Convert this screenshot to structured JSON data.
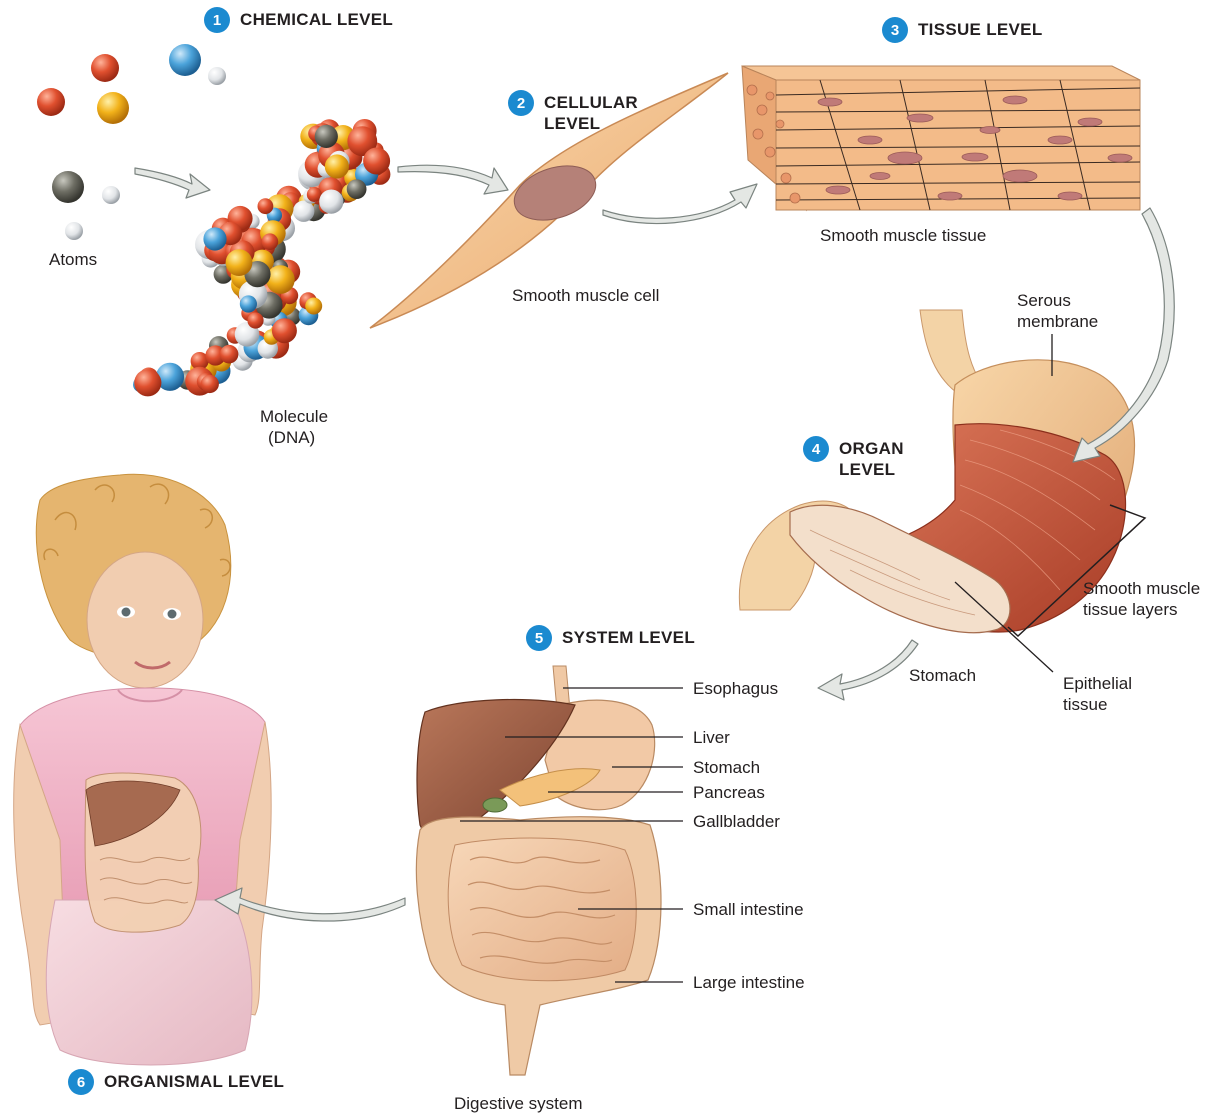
{
  "levels": [
    {
      "number": "1",
      "title_lines": [
        "CHEMICAL LEVEL"
      ]
    },
    {
      "number": "2",
      "title_lines": [
        "CELLULAR",
        "LEVEL"
      ]
    },
    {
      "number": "3",
      "title_lines": [
        "TISSUE LEVEL"
      ]
    },
    {
      "number": "4",
      "title_lines": [
        "ORGAN",
        "LEVEL"
      ]
    },
    {
      "number": "5",
      "title_lines": [
        "SYSTEM LEVEL"
      ]
    },
    {
      "number": "6",
      "title_lines": [
        "ORGANISMAL LEVEL"
      ]
    }
  ],
  "labels": {
    "atoms": "Atoms",
    "molecule_line1": "Molecule",
    "molecule_line2": "(DNA)",
    "smooth_muscle_cell": "Smooth muscle cell",
    "smooth_muscle_tissue": "Smooth muscle tissue",
    "serous_membrane_line1": "Serous",
    "serous_membrane_line2": "membrane",
    "smooth_muscle_layers_line1": "Smooth muscle",
    "smooth_muscle_layers_line2": "tissue layers",
    "stomach_organ": "Stomach",
    "epithelial_line1": "Epithelial",
    "epithelial_line2": "tissue",
    "digestive_system": "Digestive system"
  },
  "system_labels": [
    "Esophagus",
    "Liver",
    "Stomach",
    "Pancreas",
    "Gallbladder",
    "Small intestine",
    "Large intestine"
  ],
  "colors": {
    "badge": "#1b8ad0",
    "arrow_fill": "#e4e7e4",
    "arrow_stroke": "#7b8480",
    "atom_red": "#e0502f",
    "atom_blue": "#4ba3da",
    "atom_yellow": "#f2b21a",
    "atom_gray": "#6e6e64",
    "atom_white": "#e6e8ea",
    "cell": "#f3c391",
    "nucleus": "#b78378",
    "tissue": "#f2b889",
    "muscle": "#c8533a",
    "liver": "#9a5d44",
    "intestine": "#f1c5a0",
    "skin": "#f1cdb0",
    "shirt": "#f2b3c8",
    "hair": "#e7b56a"
  }
}
